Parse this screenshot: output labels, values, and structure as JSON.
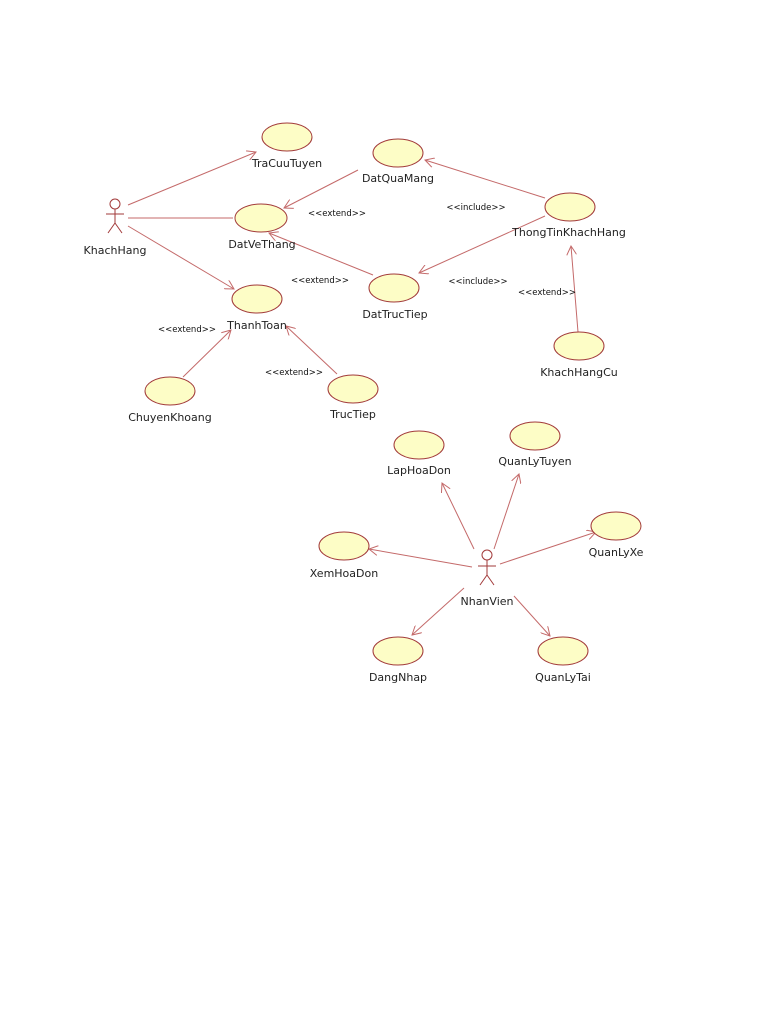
{
  "actors": {
    "khachhang": "KhachHang",
    "nhanvien": "NhanVien"
  },
  "use_cases": {
    "tracuutuyen": "TraCuuTuyen",
    "datquamang": "DatQuaMang",
    "datvethang": "DatVeThang",
    "thongtinkhachhang": "ThongTinKhachHang",
    "dattructiep": "DatTrucTiep",
    "thanhtoan": "ThanhToan",
    "khachhangcu": "KhachHangCu",
    "chuyenkhoang": "ChuyenKhoang",
    "tructiep": "TrucTiep",
    "laphoadon": "LapHoaDon",
    "quanlytuyen": "QuanLyTuyen",
    "quanlyxe": "QuanLyXe",
    "xemhoadon": "XemHoaDon",
    "dangnhap": "DangNhap",
    "quanlytai": "QuanLyTai"
  },
  "stereotypes": {
    "extend_datquamang": "<<extend>>",
    "extend_dattructiep": "<<extend>>",
    "include_datquamang": "<<include>>",
    "include_dattructiep": "<<include>>",
    "extend_khachhangcu": "<<extend>>",
    "extend_chuyenkhoang": "<<extend>>",
    "extend_tructiep": "<<extend>>"
  },
  "colors": {
    "use_case_fill": "#fdfdc6",
    "use_case_stroke": "#a23a3a",
    "edge": "#c46a6a"
  }
}
